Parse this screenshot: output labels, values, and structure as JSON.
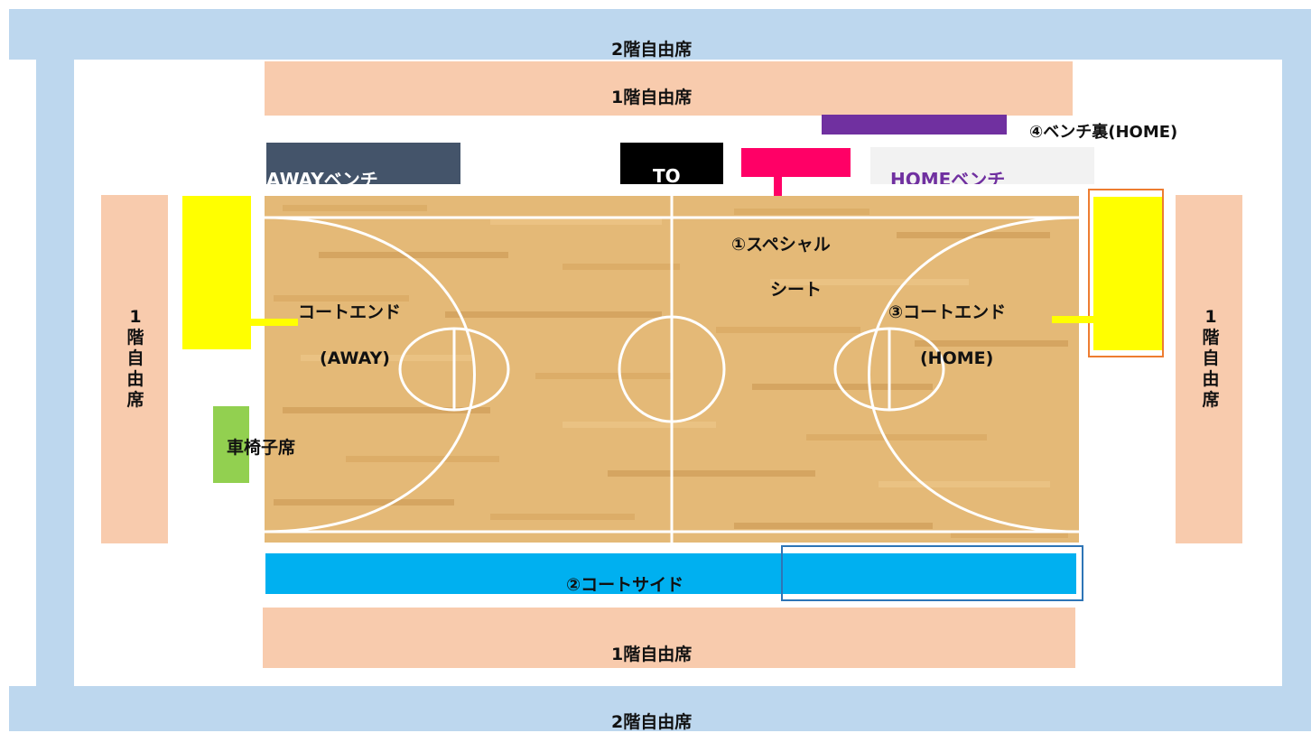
{
  "labels": {
    "upper_top": "2階自由席",
    "upper_bottom": "2階自由席",
    "lower_top": "1階自由席",
    "lower_bottom": "1階自由席",
    "left_side": [
      "1",
      "階",
      "自",
      "由",
      "席"
    ],
    "right_side": [
      "1",
      "階",
      "自",
      "由",
      "席"
    ],
    "away_bench": "AWAYベンチ",
    "to": "TO",
    "home_bench": "HOMEベンチ",
    "bench_back": "④ベンチ裏(HOME)",
    "special_1": "①スペシャル",
    "special_2": "シート",
    "court_end_away_1": "コートエンド",
    "court_end_away_2": "(AWAY)",
    "court_end_home_1": "③コートエンド",
    "court_end_home_2": "(HOME)",
    "wheelchair": "車椅子席",
    "courtside": "②コートサイド"
  },
  "colors": {
    "upper_deck": "#bdd7ee",
    "free_seat": "#f8cbad",
    "away_bench": "#44546a",
    "to": "#000000",
    "special_seat": "#ff0066",
    "home_bench": "#f2f2f2",
    "home_bench_text": "#7030a0",
    "bench_back": "#7030a0",
    "court_end": "#ffff00",
    "wheelchair": "#92d050",
    "courtside": "#00b0f0",
    "highlight_orange": "#ed7d31",
    "highlight_blue": "#2e75b6",
    "court_wood": "#e4b977"
  }
}
